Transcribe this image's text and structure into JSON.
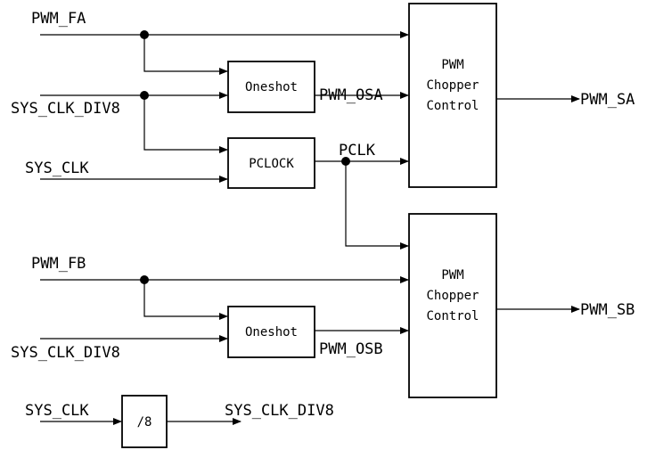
{
  "signals": {
    "pwm_fa": "PWM_FA",
    "sys_clk_div8_a": "SYS_CLK_DIV8",
    "sys_clk_a": "SYS_CLK",
    "pwm_osa": "PWM_OSA",
    "pclk": "PCLK",
    "pwm_sa": "PWM_SA",
    "pwm_fb": "PWM_FB",
    "sys_clk_div8_b": "SYS_CLK_DIV8",
    "pwm_osb": "PWM_OSB",
    "pwm_sb": "PWM_SB",
    "sys_clk_c": "SYS_CLK",
    "sys_clk_div8_out": "SYS_CLK_DIV8"
  },
  "blocks": {
    "oneshot_a": "Oneshot",
    "pclock": "PCLOCK",
    "oneshot_b": "Oneshot",
    "divider": "/8",
    "chopper_a": [
      "PWM",
      "Chopper",
      "Control"
    ],
    "chopper_b": [
      "PWM",
      "Chopper",
      "Control"
    ]
  }
}
